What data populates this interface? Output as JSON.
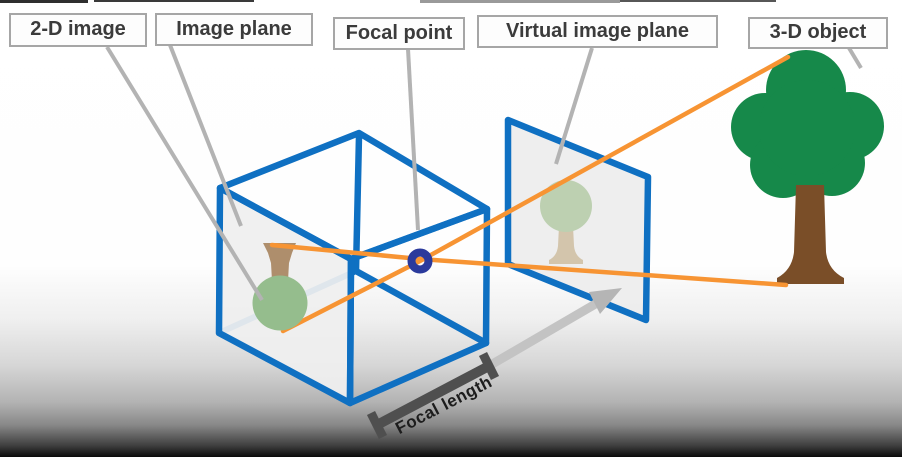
{
  "labels": {
    "two_d_image": "2-D image",
    "image_plane": "Image plane",
    "focal_point": "Focal point",
    "virtual_image_plane": "Virtual image plane",
    "three_d_object": "3-D object",
    "focal_length": "Focal length"
  },
  "colors": {
    "cube_blue": "#0f70c2",
    "ray_orange": "#f79433",
    "focal_ring_navy": "#2b3a9c",
    "tree_green": "#16894a",
    "trunk_brown": "#7a4e28",
    "faded_tree_green": "#95bd8d",
    "faded_trunk_brown": "#ae8e6c",
    "virtual_tree_green": "#bdd0b1",
    "virtual_trunk_tan": "#d3c5ac",
    "leader_gray": "#b3b3b3",
    "label_border_gray": "#a6a6a6",
    "label_text": "#3b3b3b",
    "dim_bar_dark": "#4f4f4f",
    "dim_shaft_light": "#c3c3c3",
    "arrow_gray": "#b5b5b5",
    "face_fill": "#efefef",
    "plane_fill": "#ededed"
  }
}
